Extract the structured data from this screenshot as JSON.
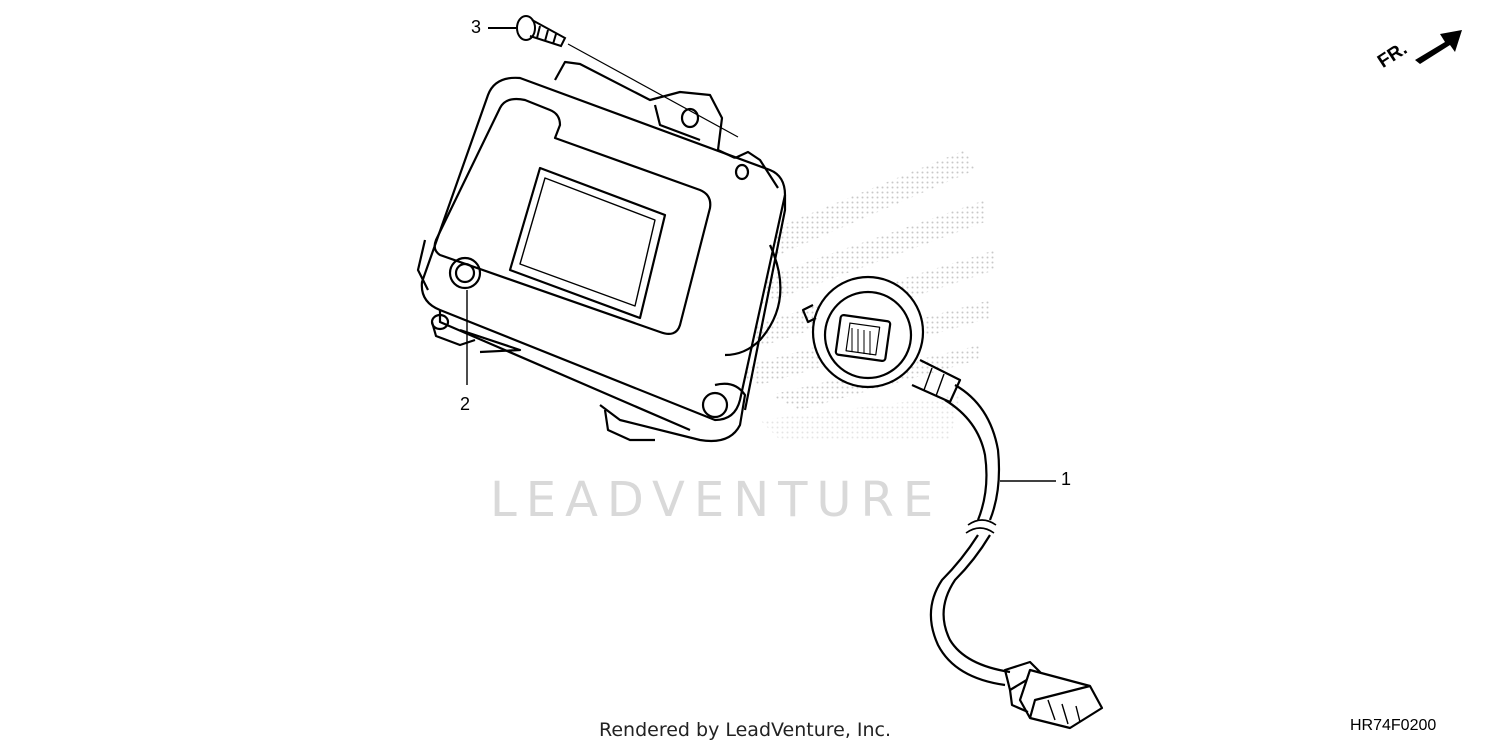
{
  "callouts": {
    "part_1": "1",
    "part_2": "2",
    "part_3": "3"
  },
  "direction": {
    "label": "FR.",
    "icon": "front-direction-arrow-icon"
  },
  "watermark": "LEADVENTURE",
  "footer": {
    "credit": "Rendered by LeadVenture, Inc.",
    "diagram_code": "HR74F0200"
  },
  "colors": {
    "line": "#000000",
    "watermark": "#d9d9d9",
    "stipple": "#c8c8c8"
  }
}
